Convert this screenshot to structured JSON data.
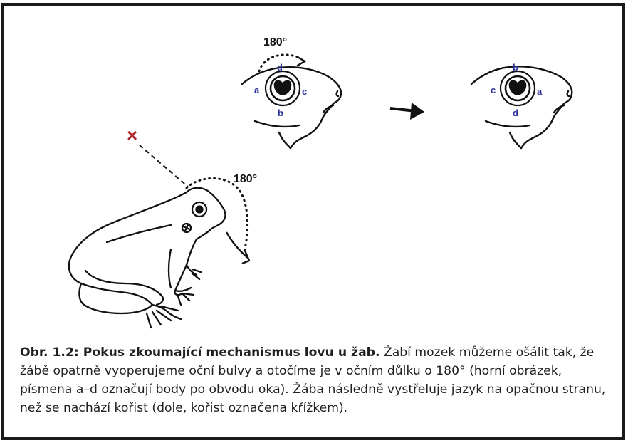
{
  "figure": {
    "top_rotation_label": "180°",
    "frog_rotation_label": "180°",
    "left_eye_letters": {
      "top": "d",
      "left": "a",
      "right": "c",
      "bottom": "b"
    },
    "right_eye_letters": {
      "top": "b",
      "left": "c",
      "right": "a",
      "bottom": "d"
    },
    "prey_marker": "×",
    "colors": {
      "letters": "#2b2f9e",
      "prey": "#b0272d",
      "ink": "#111111"
    }
  },
  "caption": {
    "title": "Obr. 1.2: Pokus zkoumající mechanismus lovu u žab.",
    "body": "Žabí mozek můžeme ošálit tak, že žábě opatrně vyoperujeme oční bulvy a otočíme je v očním důlku o 180° (horní obrázek, písmena a–d označují body po obvodu oka). Žába následně vystřeluje jazyk na opačnou stranu, než se nachází kořist (dole, kořist označena křížkem)."
  }
}
